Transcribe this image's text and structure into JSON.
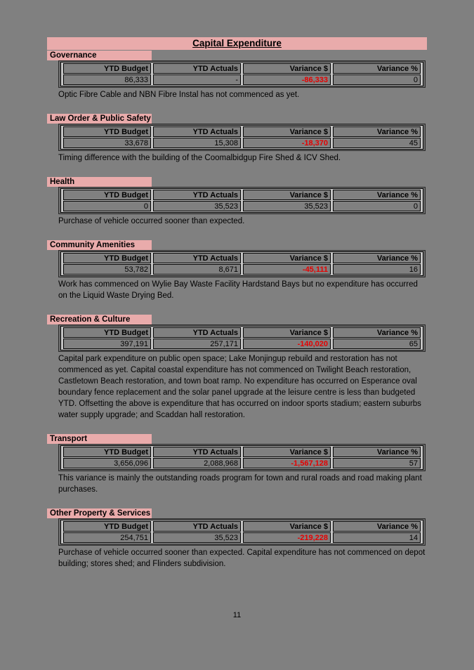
{
  "page": {
    "title": "Capital Expenditure",
    "page_number": "11",
    "colors": {
      "background": "#808080",
      "header_pink": "#E9ABAB",
      "negative_value": "#E60000"
    },
    "table_headers": [
      "YTD Budget",
      "YTD Actuals",
      "Variance $",
      "Variance %"
    ],
    "sections": [
      {
        "name": "Governance",
        "ytd_budget": "86,333",
        "ytd_actuals": "-",
        "variance_dollar": "-86,333",
        "variance_pct": "0",
        "note": "Optic Fibre Cable and NBN Fibre Instal has not commenced as yet."
      },
      {
        "name": "Law Order & Public Safety",
        "ytd_budget": "33,678",
        "ytd_actuals": "15,308",
        "variance_dollar": "-18,370",
        "variance_pct": "45",
        "note": "Timing difference with the building of the Coomalbidgup Fire Shed & ICV Shed."
      },
      {
        "name": "Health",
        "ytd_budget": "0",
        "ytd_actuals": "35,523",
        "variance_dollar": "35,523",
        "variance_pct": "0",
        "note": "Purchase of vehicle occurred sooner than expected."
      },
      {
        "name": "Community Amenities",
        "ytd_budget": "53,782",
        "ytd_actuals": "8,671",
        "variance_dollar": "-45,111",
        "variance_pct": "16",
        "note": "Work has commenced on Wylie Bay Waste Facility Hardstand Bays but no expenditure has occurred on the Liquid Waste Drying Bed."
      },
      {
        "name": "Recreation & Culture",
        "ytd_budget": "397,191",
        "ytd_actuals": "257,171",
        "variance_dollar": "-140,020",
        "variance_pct": "65",
        "note": "Capital park expenditure on public open space; Lake Monjingup rebuild and restoration has not commenced as yet. Capital coastal expenditure has not commenced on Twilight Beach restoration, Castletown Beach restoration, and town boat ramp. No expenditure has occurred on Esperance oval boundary fence replacement and the solar panel upgrade at the leisure centre is less than budgeted YTD. Offsetting the above is expenditure that has occurred on indoor sports stadium; eastern suburbs water supply upgrade; and Scaddan hall restoration."
      },
      {
        "name": "Transport",
        "ytd_budget": "3,656,096",
        "ytd_actuals": "2,088,968",
        "variance_dollar": "-1,567,128",
        "variance_pct": "57",
        "note": "This variance is mainly the outstanding roads program for town and rural roads and road making plant purchases."
      },
      {
        "name": "Other Property & Services",
        "ytd_budget": "254,751",
        "ytd_actuals": "35,523",
        "variance_dollar": "-219,228",
        "variance_pct": "14",
        "note": "Purchase of vehicle occurred sooner than expected. Capital expenditure has not commenced on depot building; stores shed; and Flinders subdivision."
      }
    ]
  }
}
